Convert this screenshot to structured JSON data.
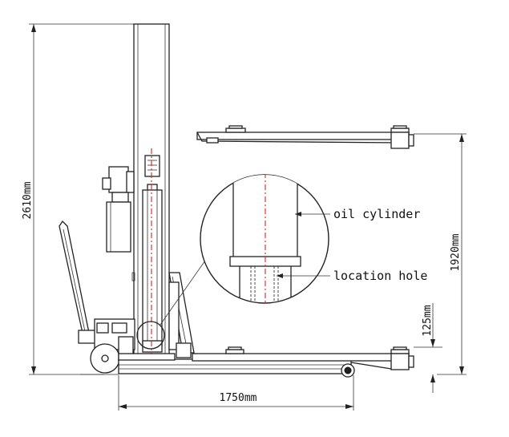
{
  "dimensions": {
    "total_height": "2610mm",
    "arm_height": "1920mm",
    "low_height": "125mm",
    "base_length": "1750mm"
  },
  "callouts": {
    "oil_cylinder": "oil cylinder",
    "location_hole": "location hole"
  },
  "colors": {
    "line": "#222222",
    "centerline": "#d9251c",
    "background": "#ffffff"
  }
}
